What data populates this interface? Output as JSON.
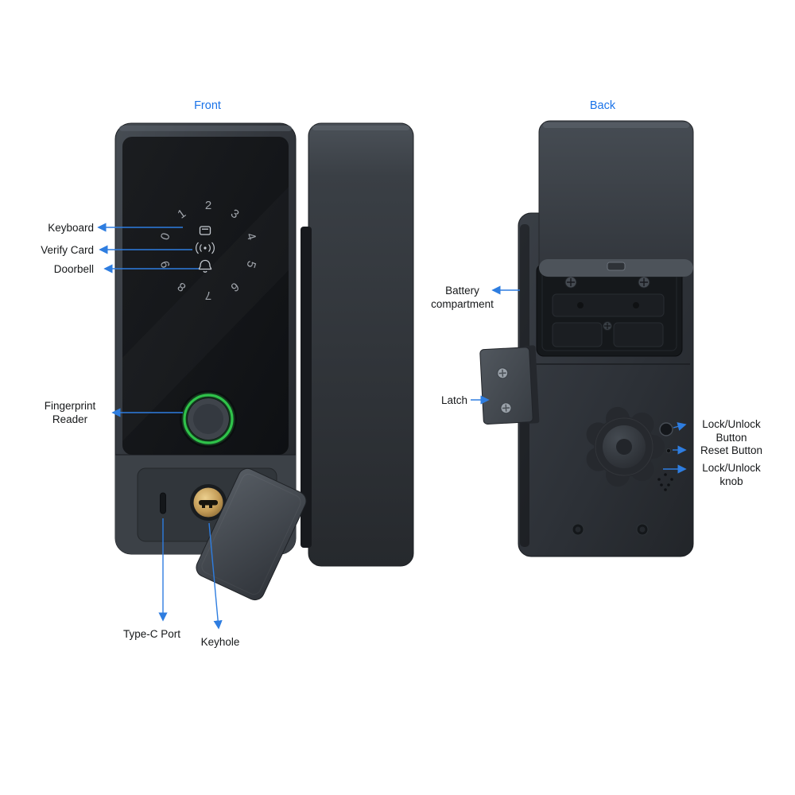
{
  "titles": {
    "front": "Front",
    "back": "Back"
  },
  "colors": {
    "accent": "#1a73e8",
    "arrow": "#2e7de0",
    "fingerprint_ring": "#2fc24a",
    "keyhole_gold": "#c29a55"
  },
  "callouts": {
    "front": {
      "keyboard": "Keyboard",
      "verify_card": "Verify Card",
      "doorbell": "Doorbell",
      "fingerprint_reader": "Fingerprint\nReader",
      "type_c_port": "Type-C Port",
      "keyhole": "Keyhole"
    },
    "back": {
      "battery_compartment": "Battery\ncompartment",
      "latch": "Latch",
      "lock_unlock_button": "Lock/Unlock\nButton",
      "reset_button": "Reset Button",
      "lock_unlock_knob": "Lock/Unlock\nknob"
    }
  },
  "keypad": {
    "digits": [
      "1",
      "2",
      "3",
      "4",
      "5",
      "6",
      "7",
      "8",
      "9",
      "0"
    ]
  }
}
